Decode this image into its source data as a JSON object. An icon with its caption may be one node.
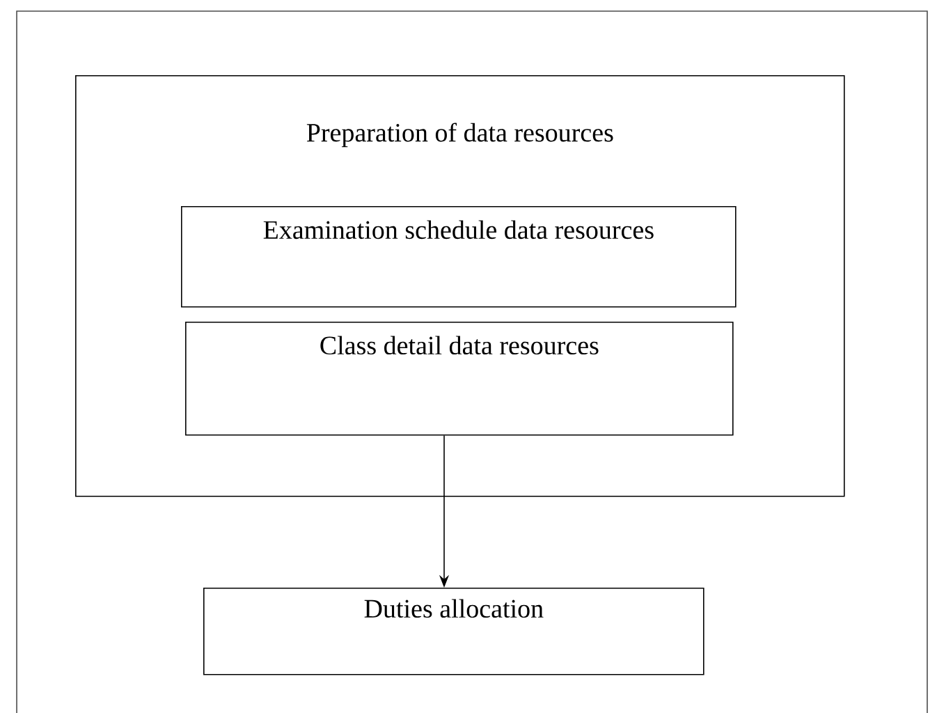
{
  "diagram": {
    "nodes": [
      {
        "text": [
          "Preparation of data resources"
        ]
      },
      {
        "text": [
          "Examination schedule data resources"
        ],
        "in": 0
      },
      {
        "text": [
          "Class detail data resources"
        ],
        "in": 0
      },
      {
        "text": [
          "Duties allocation"
        ]
      }
    ],
    "edges": [
      {
        "from": 2,
        "to": 3,
        "arrow": "to"
      }
    ]
  }
}
